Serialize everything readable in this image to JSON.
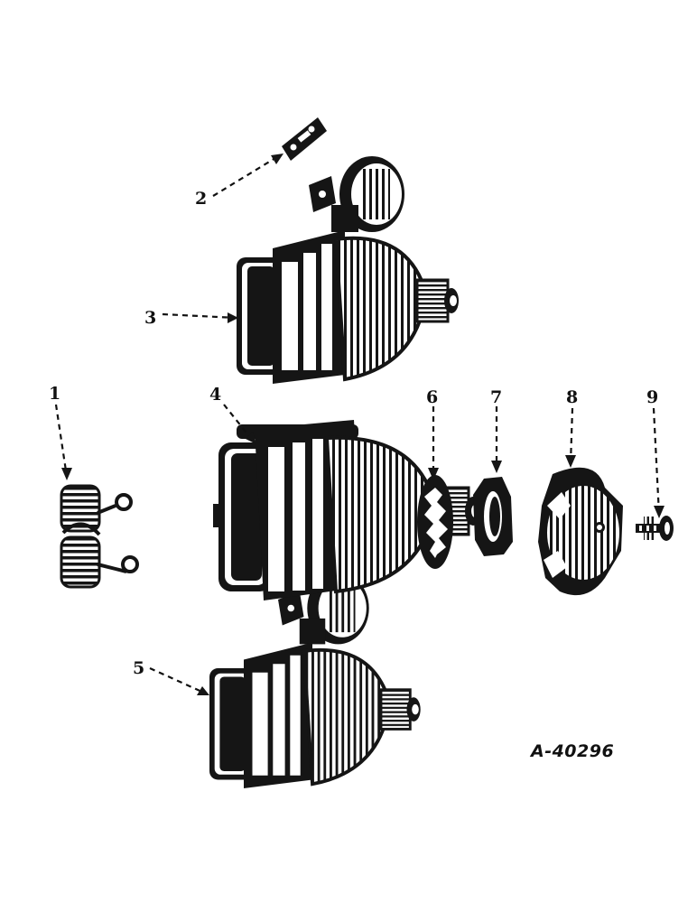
{
  "callouts": {
    "c1": "1",
    "c2": "2",
    "c3": "3",
    "c4": "4",
    "c5": "5",
    "c6": "6",
    "c7": "7",
    "c8": "8",
    "c9": "9"
  },
  "drawing_number": "A-40296",
  "colors": {
    "ink": "#151515",
    "paper": "#ffffff"
  }
}
